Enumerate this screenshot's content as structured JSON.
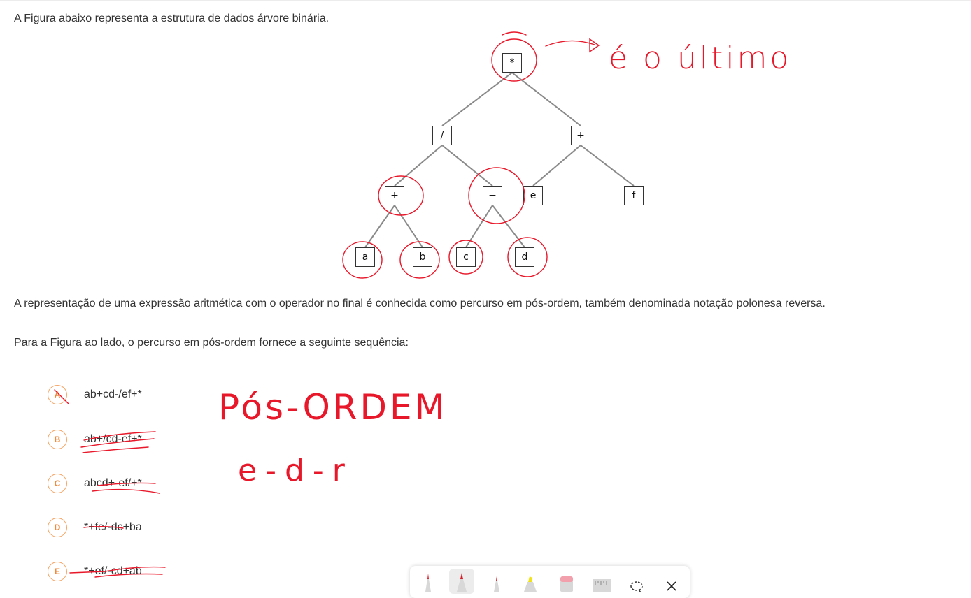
{
  "question": {
    "intro": "A Figura abaixo representa a estrutura de dados árvore binária.",
    "rpn_text": "A representação de uma expressão aritmética com o operador no final é conhecida como percurso em pós-ordem, também denominada notação polonesa reversa.",
    "sequence_prompt": "Para a Figura ao lado, o percurso em pós-ordem fornece a seguinte sequência:"
  },
  "tree": {
    "nodes": [
      "*",
      "/",
      "+",
      "+",
      "−",
      "e",
      "f",
      "a",
      "b",
      "c",
      "d"
    ]
  },
  "annotations": {
    "note_top": "é o último",
    "note_title": "Pós-ORDEM",
    "note_order": "e-d-r"
  },
  "options": [
    {
      "letter": "A",
      "text": "ab+cd-/ef+*"
    },
    {
      "letter": "B",
      "text": "ab+/cd-ef+*"
    },
    {
      "letter": "C",
      "text": "abcd+-ef/+*"
    },
    {
      "letter": "D",
      "text": "*+fe/-dc+ba"
    },
    {
      "letter": "E",
      "text": "*+ef/-cd+ab"
    }
  ],
  "toolbar": {
    "tools": [
      "pen-red-icon",
      "pen-red-bold-icon",
      "pen-red-thin-icon",
      "highlighter-yellow-icon",
      "eraser-icon",
      "ruler-icon",
      "lasso-icon",
      "close-icon"
    ]
  },
  "colors": {
    "badge": "#f08a3a",
    "ink": "#e8182a",
    "text": "#333333"
  }
}
